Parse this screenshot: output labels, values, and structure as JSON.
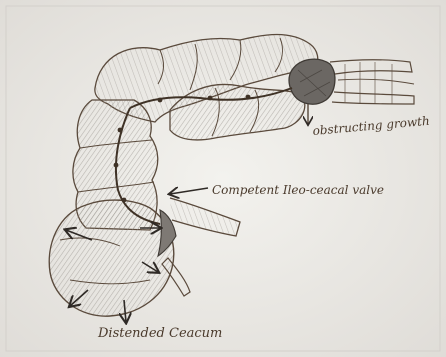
{
  "diagram": {
    "labels": {
      "obstructing_growth": "obstructing growth",
      "valve": "Competent Ileo-ceacal valve",
      "ceacum": "Distended Ceacum"
    },
    "colors": {
      "paper": "#efeeea",
      "pencil": "#5a4a3c",
      "shading": "#8f8a84",
      "tumor": "#6b6763",
      "arrow": "#2f2a26"
    },
    "icons": [
      "colon-outline",
      "obstructing-growth-mass",
      "ileum-tube",
      "ileo-caecal-valve",
      "appendix",
      "distension-arrow"
    ]
  }
}
